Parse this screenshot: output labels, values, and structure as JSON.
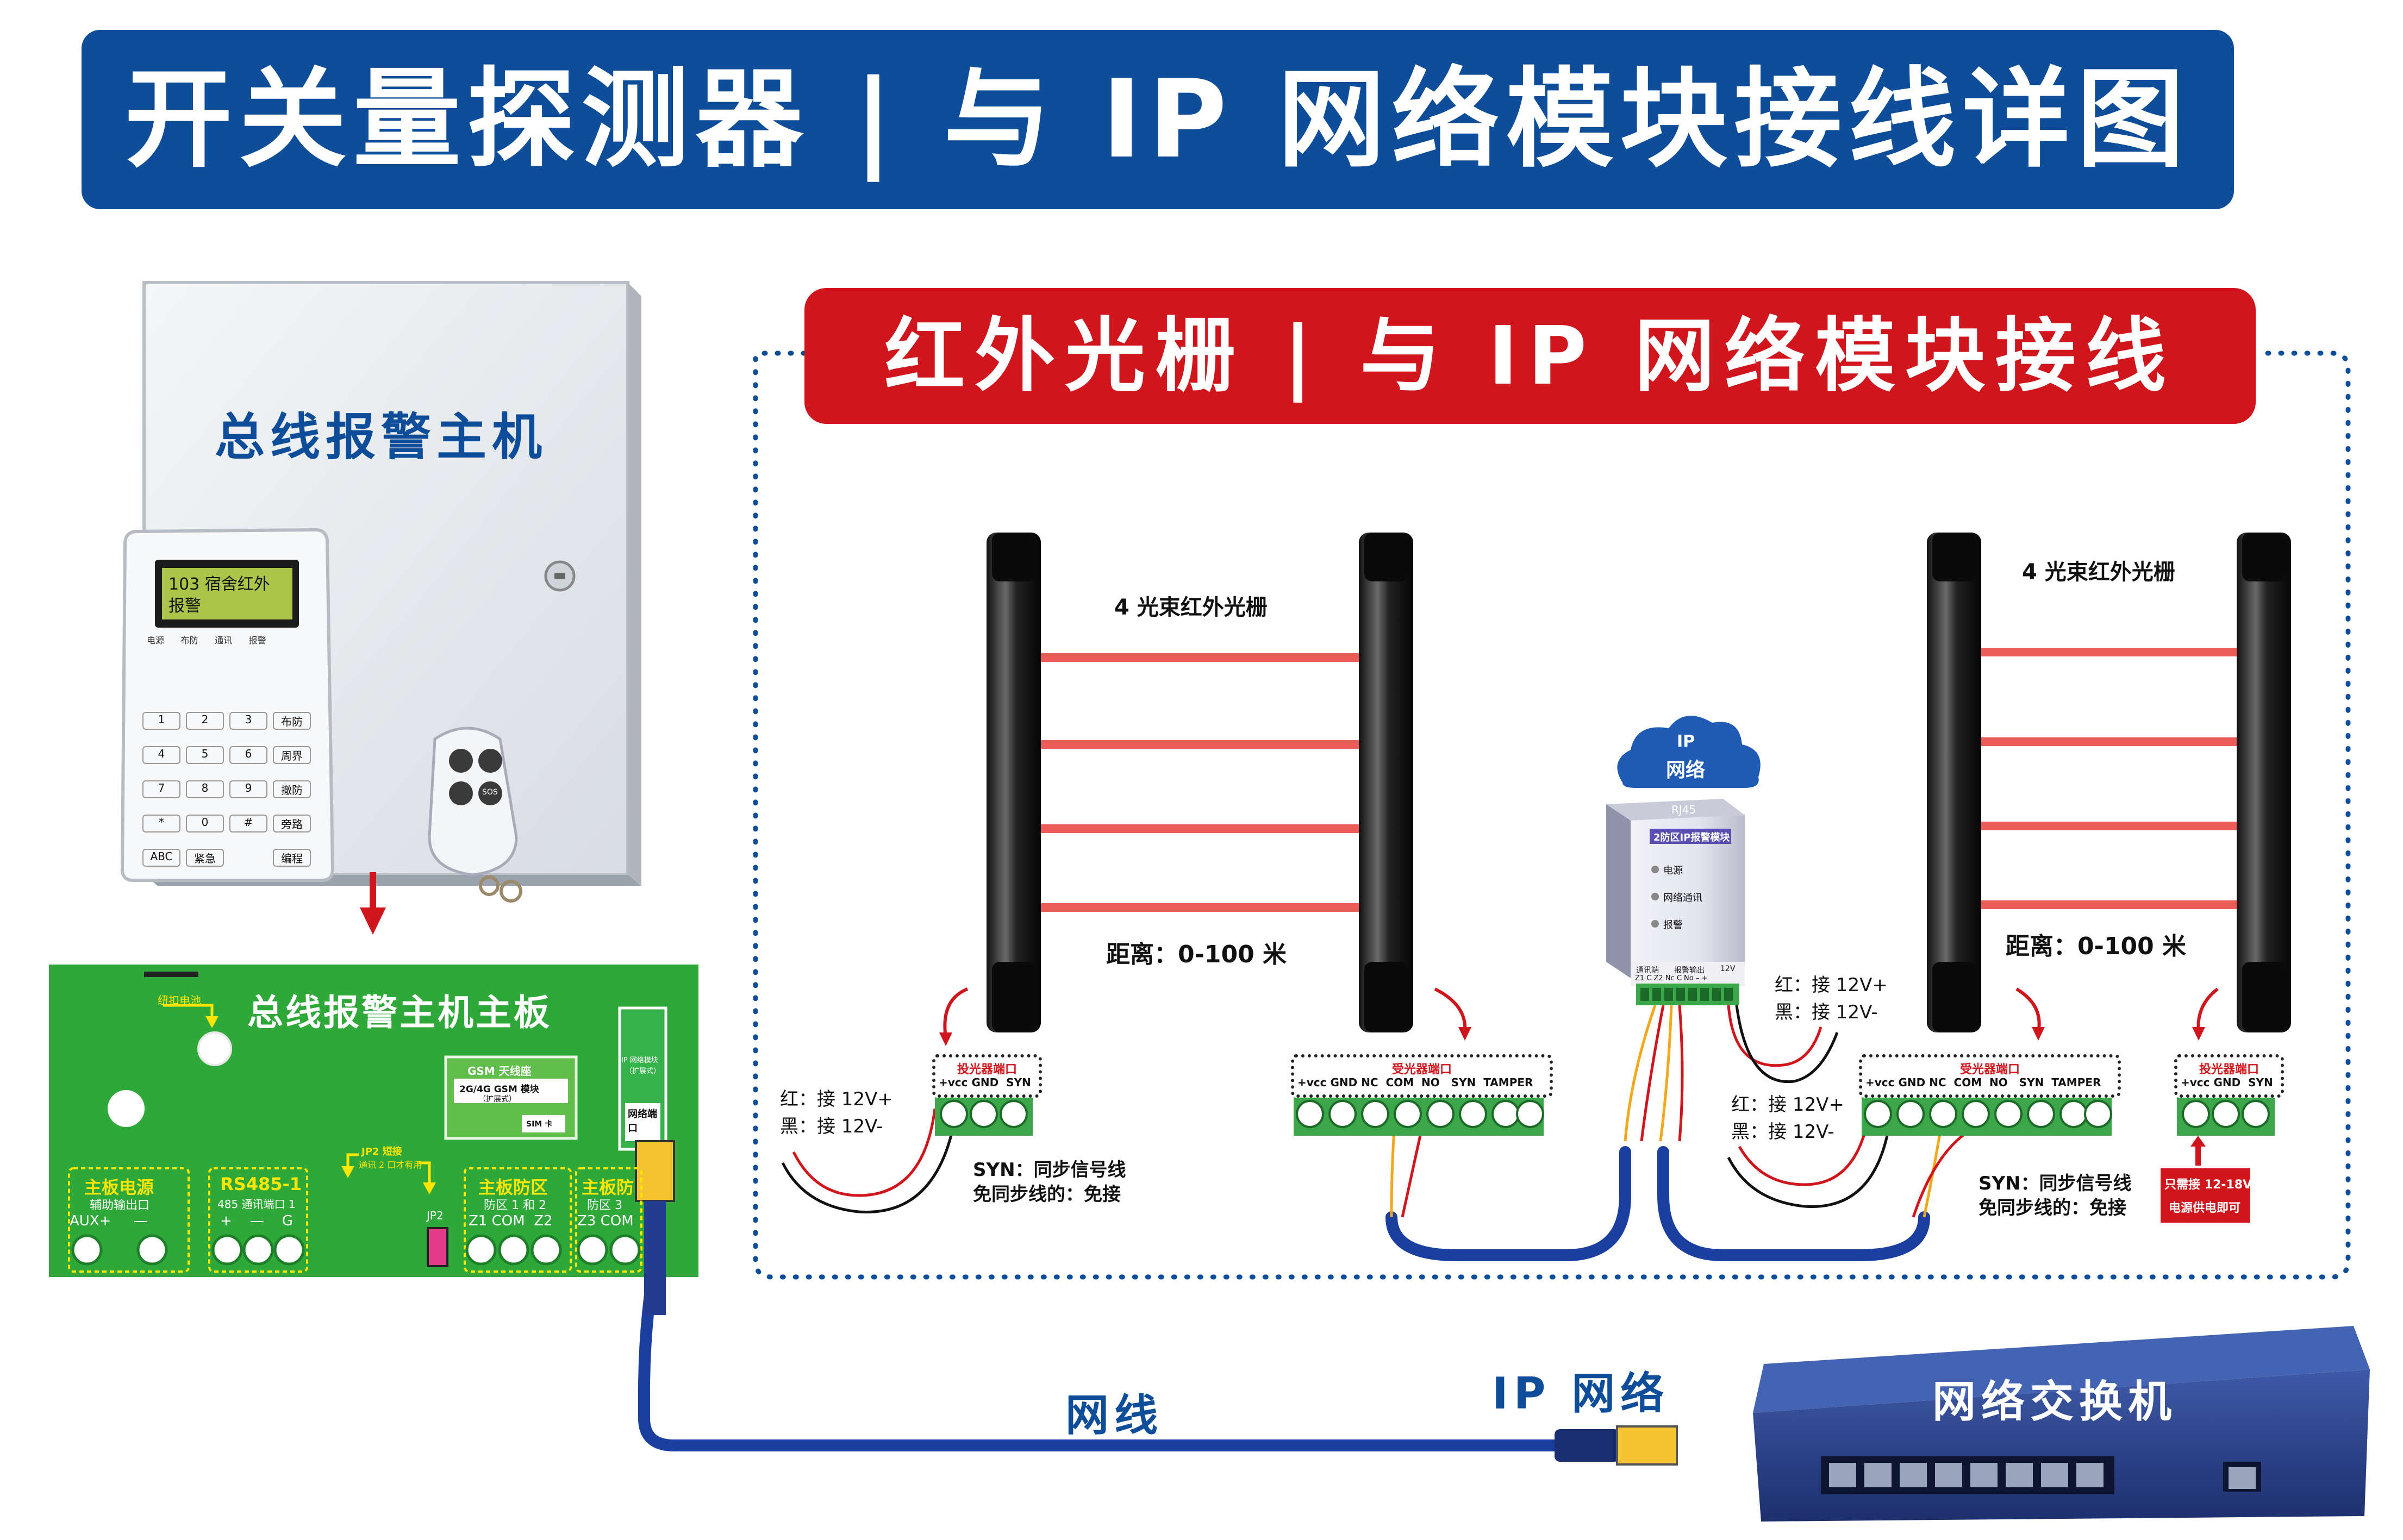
{
  "header": {
    "title": "开关量探测器 | 与 IP 网络模块接线详图",
    "subtitle": "红外光栅 | 与 IP 网络模块接线"
  },
  "alarm_host": {
    "label": "总线报警主机",
    "lcd_line1": "103 宿舍红外",
    "lcd_line2": "报警",
    "status_leds": [
      "电源",
      "布防",
      "通讯",
      "报警"
    ],
    "keypad_keys": [
      "1",
      "2",
      "3",
      "布防",
      "4",
      "5",
      "6",
      "周界",
      "7",
      "8",
      "9",
      "撤防",
      "*",
      "0",
      "#",
      "旁路",
      "ABC",
      "紧急",
      "编程"
    ],
    "remote_buttons": [
      "SOS"
    ]
  },
  "pcb": {
    "title": "总线报警主机主板",
    "battery_label": "纽扣电池",
    "gsm_title": "GSM 天线座",
    "gsm_module": "2G/4G GSM 模块",
    "gsm_sub": "（扩展式）",
    "sim_label": "SIM 卡",
    "ip_module_label": "IP 网络模块",
    "ip_module_sub": "（扩展式）",
    "net_port_label": "网络端口",
    "jp2_note": "JP2 短接",
    "jp2_note2": "通讯 2 口才有用",
    "jp2_label": "JP2",
    "power_title": "主板电源",
    "power_sub": "辅助输出口",
    "power_pins": "AUX+     —",
    "rs485_title": "RS485-1",
    "rs485_sub": "485 通讯端口 1",
    "rs485_pins": "+    —    G",
    "zone_title": "主板防区",
    "zone_sub": "防区 1 和 2",
    "zone_pins": "Z1 COM  Z2",
    "zone2_title": "主板防",
    "zone2_sub": "防区 3",
    "zone2_pins": "Z3 COM"
  },
  "beams_left": {
    "label": "4 光束红外光栅",
    "distance": "距离：0-100 米",
    "tx_title": "投光器端口",
    "tx_pins": "+vcc GND  SYN",
    "rx_title": "受光器端口",
    "rx_pins": "+vcc GND NC  COM  NO   SYN  TAMPER",
    "red_note": "红：接 12V+",
    "black_note": "黑：接 12V-",
    "syn_note1": "SYN：同步信号线",
    "syn_note2": "免同步线的：免接"
  },
  "beams_right": {
    "label": "4 光束红外光栅",
    "distance": "距离：0-100 米",
    "tx_title": "投光器端口",
    "tx_pins": "+vcc GND  SYN",
    "rx_title": "受光器端口",
    "rx_pins": "+vcc GND NC  COM  NO   SYN  TAMPER",
    "red_note": "红：接 12V+",
    "black_note": "黑：接 12V-",
    "syn_note1": "SYN：同步信号线",
    "syn_note2": "免同步线的：免接",
    "power_note1": "只需接 12-18V",
    "power_note2": "电源供电即可"
  },
  "ip_module": {
    "cloud_line1": "IP",
    "cloud_line2": "网络",
    "port": "RJ45",
    "name": "2防区IP报警模块",
    "leds": [
      "电源",
      "网络通讯",
      "报警"
    ],
    "block_labels": [
      "通讯端",
      "报警输出",
      "12V"
    ],
    "pins": "Z1 C Z2 Nc C No – +",
    "red_note": "红：接 12V+",
    "black_note": "黑：接 12V-"
  },
  "network": {
    "cable_label": "网线",
    "ip_label": "IP 网络",
    "switch_label": "网络交换机"
  },
  "colors": {
    "banner_blue": "#0e4d99",
    "banner_red": "#d0161c",
    "pcb_green": "#2fa83a",
    "beam_red": "#e8403a",
    "cable_blue": "#1a3fa0"
  }
}
